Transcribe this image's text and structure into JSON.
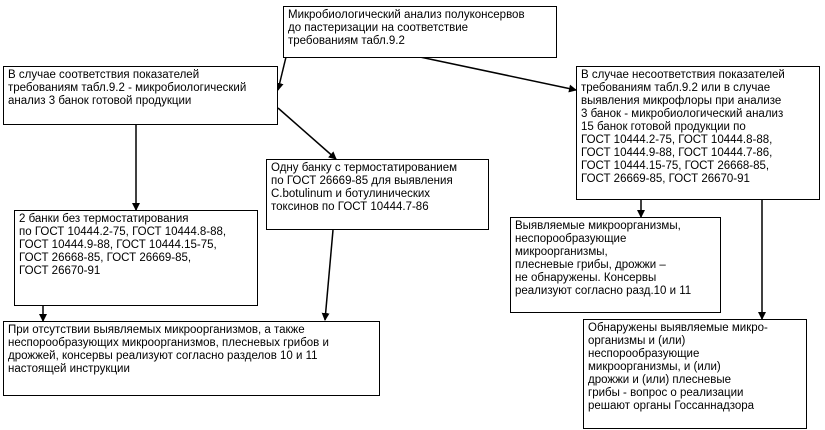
{
  "boxes": {
    "b1": "Микробиологический анализ полуконсервов\nдо пастеризации на соответствие\nтребованиям табл.9.2",
    "b2": "В случае соответствия показателей\nтребованиям табл.9.2 - микробиологический\nанализ 3 банок готовой продукции",
    "b3": "В случае несоответствия показателей\nтребованиям табл.9.2 или в случае\nвыявления микрофлоры при анализе\n3 банок - микробиологический анализ\n15 банок готовой продукции по\nГОСТ 10444.2-75, ГОСТ 10444.8-88,\nГОСТ 10444.9-88, ГОСТ 10444.7-86,\nГОСТ 10444.15-75, ГОСТ 26668-85,\nГОСТ 26669-85, ГОСТ 26670-91",
    "b4": "Одну банку с термостатированием\nпо ГОСТ 26669-85 для выявления\nC.botulinum и ботулинических\nтоксинов по ГОСТ 10444.7-86",
    "b5": "2 банки без термостатирования\nпо ГОСТ 10444.2-75, ГОСТ 10444.8-88,\nГОСТ 10444.9-88, ГОСТ 10444.15-75,\nГОСТ 26668-85, ГОСТ 26669-85,\nГОСТ 26670-91",
    "b6": "Выявляемые микроорганизмы,\nнеспорообразующие\nмикроорганизмы,\nплесневые грибы, дрожжи –\nне обнаружены. Консервы\nреализуют согласно разд.10 и 11",
    "b7": "При отсутствии выявляемых микроорганизмов, а также\nнеспорообразующих микроорганизмов, плесневых грибов и\nдрожжей, консервы реализуют согласно разделов 10 и 11\nнастоящей инструкции",
    "b8": "Обнаружены выявляемые микро-\nорганизмы и (или)\nнеспорообразующие\nмикроорганизмы, и (или)\nдрожжи и (или) плесневые\nгрибы - вопрос  о реализации\nрешают органы Госсаннадзора"
  }
}
